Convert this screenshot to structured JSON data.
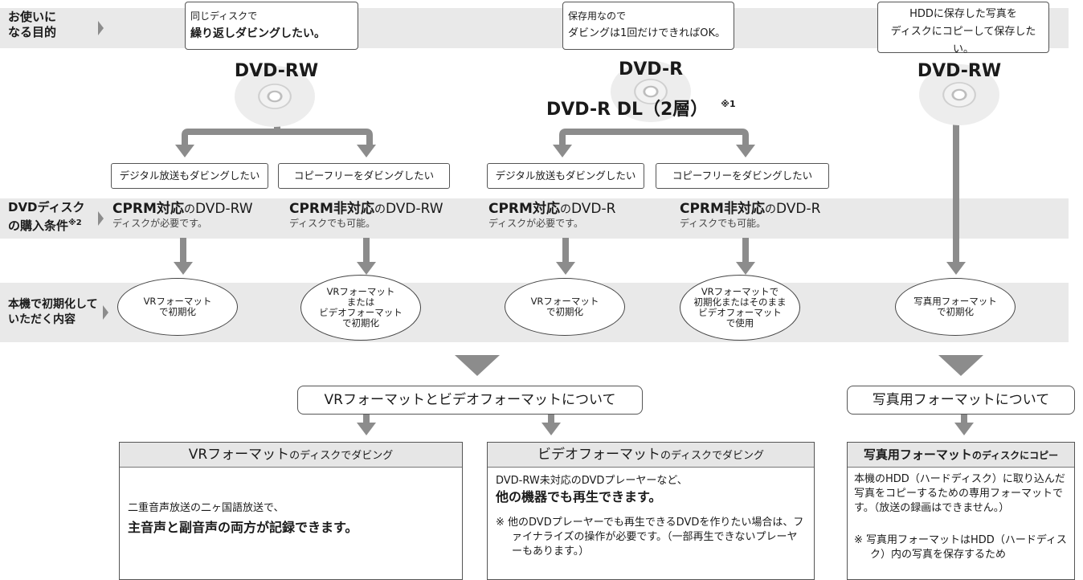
{
  "rows": {
    "purpose": "お使いに\nなる目的",
    "purchase": "DVDディスク\nの購入条件",
    "purchase_note": "※2",
    "init": "本機で初期化して\nいただく内容"
  },
  "callouts": [
    {
      "line1": "同じディスクで",
      "line2": "繰り返しダビングしたい。"
    },
    {
      "line1": "保存用なので",
      "line2": "ダビングは1回だけできればOK。"
    },
    {
      "line1": "HDDに保存した写真を",
      "line2": "ディスクにコピーして保存したい。"
    }
  ],
  "discs": {
    "left": "DVD-RW",
    "mid1": "DVD-R",
    "mid2": "DVD-R DL（2層）",
    "mid_note": "※1",
    "right": "DVD-RW"
  },
  "options": [
    "デジタル放送もダビングしたい",
    "コピーフリーをダビングしたい",
    "デジタル放送もダビングしたい",
    "コピーフリーをダビングしたい"
  ],
  "purchases": [
    {
      "a": "CPRM対応",
      "b": "の",
      "c": "DVD-RW",
      "sub": "ディスクが必要です。"
    },
    {
      "a": "CPRM非対応",
      "b": "の",
      "c": "DVD-RW",
      "sub": "ディスクでも可能。"
    },
    {
      "a": "CPRM対応",
      "b": "の",
      "c": "DVD-R",
      "sub": "ディスクが必要です。"
    },
    {
      "a": "CPRM非対応",
      "b": "の",
      "c": "DVD-R",
      "sub": "ディスクでも可能。"
    }
  ],
  "formats": [
    "VRフォーマット\nで初期化",
    "VRフォーマット\nまたは\nビデオフォーマット\nで初期化",
    "VRフォーマット\nで初期化",
    "VRフォーマットで\n初期化またはそのまま\nビデオフォーマット\nで使用",
    "写真用フォーマット\nで初期化"
  ],
  "about": {
    "vr_video": "VRフォーマットとビデオフォーマットについて",
    "photo": "写真用フォーマットについて"
  },
  "panels": {
    "vr": {
      "head": "VRフォーマット",
      "head_small": "のディスクでダビング",
      "line1": "二重音声放送の二ヶ国語放送で、",
      "line2": "主音声と副音声の両方が記録できます。"
    },
    "video": {
      "head": "ビデオフォーマット",
      "head_small": "のディスクでダビング",
      "line1": "DVD-RW未対応のDVDプレーヤーなど、",
      "line2": "他の機器でも再生できます。",
      "note": "※ 他のDVDプレーヤーでも再生できるDVDを作りたい場合は、ファイナライズの操作が必要です。（一部再生できないプレーヤーもあります。）"
    },
    "photo": {
      "head": "写真用フォーマット",
      "head_small": "のディスクにコピー",
      "line1": "本機のHDD（ハードディスク）に取り込んだ写真をコピーするための専用フォーマットです。（放送の録画はできません。）",
      "note": "※ 写真用フォーマットはHDD（ハードディスク）内の写真を保存するため"
    }
  }
}
